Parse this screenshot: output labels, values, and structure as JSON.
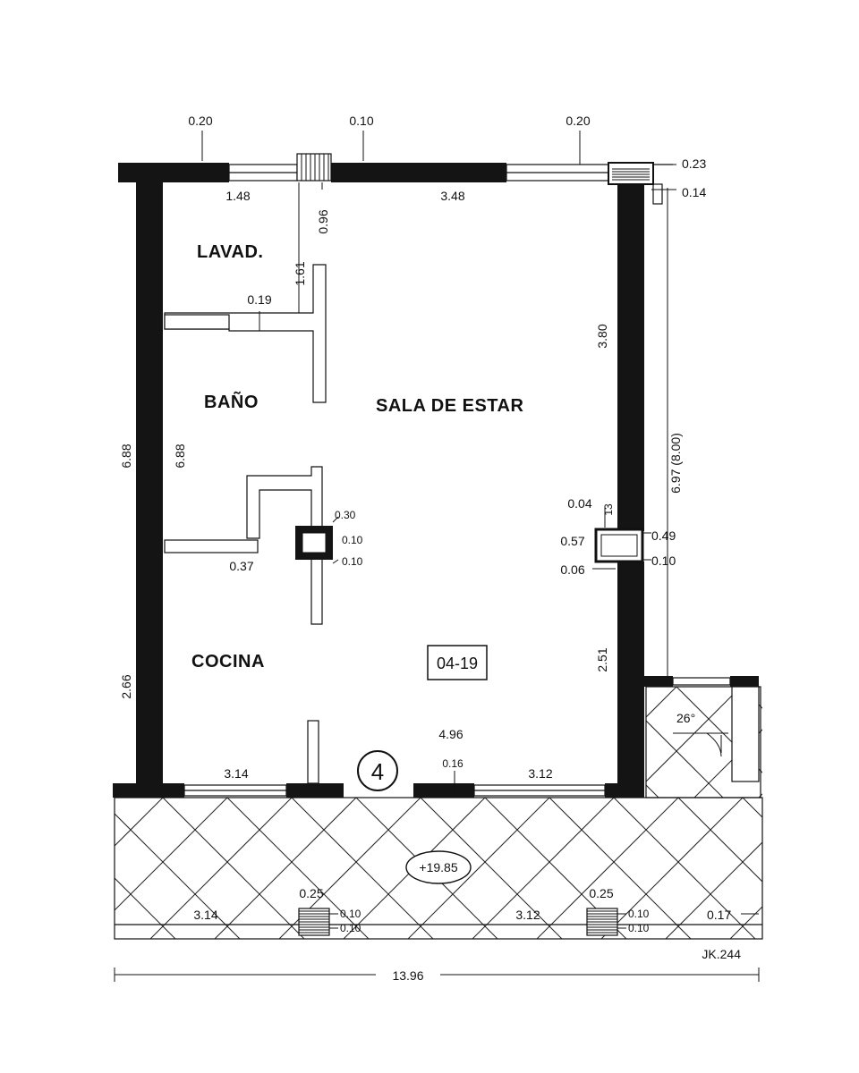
{
  "rooms": {
    "lavad": "LAVAD.",
    "bano": "BAÑO",
    "sala": "SALA DE ESTAR",
    "cocina": "COCINA"
  },
  "unit_code": "04-19",
  "unit_number": "4",
  "level": "+19.85",
  "drawing_ref": "JK.244",
  "dims": {
    "top_020_left": "0.20",
    "top_010": "0.10",
    "top_020_right": "0.20",
    "top_023": "0.23",
    "top_014": "0.14",
    "w_148": "1.48",
    "v_096": "0.96",
    "w_348": "3.48",
    "v_161": "1.61",
    "p_019": "0.19",
    "v_380": "3.80",
    "outer_688": "6.88",
    "inner_688": "6.88",
    "right_697": "6.97 (8.00)",
    "c_030": "0.30",
    "c_010a": "0.10",
    "c_010b": "0.10",
    "p_037": "0.37",
    "r_004": "0.04",
    "r_013": "13",
    "r_057": "0.57",
    "r_049": "0.49",
    "r_006": "0.06",
    "r_010": "0.10",
    "v_251": "2.51",
    "v_266": "2.66",
    "angle": "26°",
    "w_496": "4.96",
    "w_016": "0.16",
    "w_314": "3.14",
    "w_312": "3.12",
    "t_025_left": "0.25",
    "t_025_right": "0.25",
    "t_314": "3.14",
    "t_312": "3.12",
    "t_010_1": "0.10",
    "t_010_2": "0.10",
    "t_010_3": "0.10",
    "t_010_4": "0.10",
    "t_017": "0.17",
    "total_1396": "13.96"
  }
}
